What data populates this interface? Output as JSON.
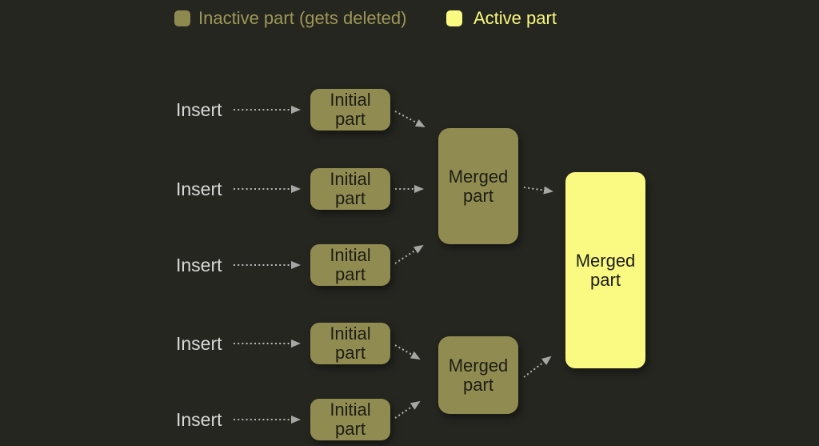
{
  "colors": {
    "background": "#262621",
    "inactive_part": "#908b51",
    "active_part": "#fafa82",
    "box_text": "#1d1d15",
    "insert_text": "#d8d8d6",
    "legend_inactive_text": "#9d9756",
    "legend_active_text": "#f8f87e",
    "arrow": "#b5b5b3"
  },
  "legend": {
    "items": [
      {
        "label": "Inactive part (gets deleted)",
        "color": "#908b51"
      },
      {
        "label": "Active part",
        "color": "#fafa82"
      }
    ]
  },
  "diagram": {
    "rows": [
      {
        "insert_label": "Insert",
        "part_label": "Initial part"
      },
      {
        "insert_label": "Insert",
        "part_label": "Initial part"
      },
      {
        "insert_label": "Insert",
        "part_label": "Initial part"
      },
      {
        "insert_label": "Insert",
        "part_label": "Initial part"
      },
      {
        "insert_label": "Insert",
        "part_label": "Initial part"
      }
    ],
    "merged_parts": [
      {
        "label": "Merged part"
      },
      {
        "label": "Merged part"
      }
    ],
    "final_part": {
      "label": "Merged part"
    }
  }
}
